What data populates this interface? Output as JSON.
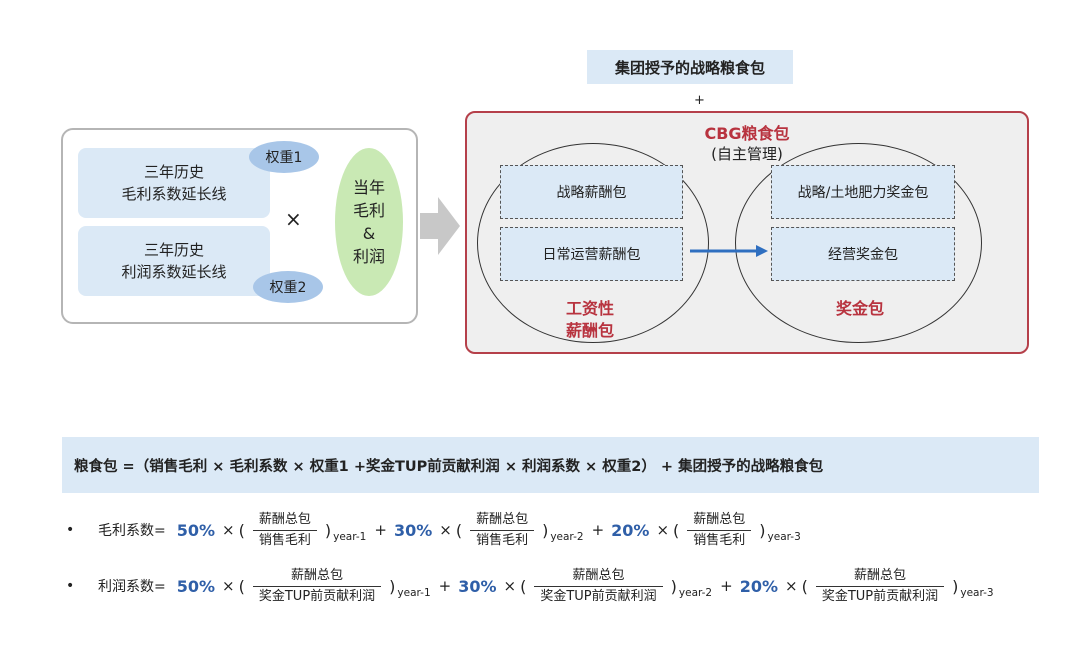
{
  "top_box": {
    "label": "集团授予的战略粮食包",
    "plus": "+"
  },
  "left_panel": {
    "gross_box": {
      "line1": "三年历史",
      "line2": "毛利系数延长线"
    },
    "profit_box": {
      "line1": "三年历史",
      "line2": "利润系数延长线"
    },
    "weight1": "权重1",
    "weight2": "权重2",
    "times": "×",
    "current": {
      "line1": "当年",
      "line2": "毛利",
      "line3": "&",
      "line4": "利润"
    }
  },
  "right_panel": {
    "title": "CBG粮食包",
    "subtitle": "(自主管理)",
    "strategic_salary": "战略薪酬包",
    "daily_salary": "日常运营薪酬包",
    "strategic_bonus": "战略/土地肥力奖金包",
    "operating_bonus": "经营奖金包",
    "wage_label": {
      "line1": "工资性",
      "line2": "薪酬包"
    },
    "bonus_label": "奖金包"
  },
  "formula": "粮食包 =（销售毛利 × 毛利系数 × 权重1 +奖金TUP前贡献利润 × 利润系数 × 权重2） + 集团授予的战略粮食包",
  "gross_row": {
    "bullet": "•",
    "label": "毛利系数=",
    "terms": [
      {
        "pct": "50%",
        "num": "薪酬总包",
        "den": "销售毛利",
        "sub": "year-1"
      },
      {
        "pct": "30%",
        "num": "薪酬总包",
        "den": "销售毛利",
        "sub": "year-2"
      },
      {
        "pct": "20%",
        "num": "薪酬总包",
        "den": "销售毛利",
        "sub": "year-3"
      }
    ]
  },
  "profit_row": {
    "bullet": "•",
    "label": "利润系数=",
    "terms": [
      {
        "pct": "50%",
        "num": "薪酬总包",
        "den": "奖金TUP前贡献利润",
        "sub": "year-1"
      },
      {
        "pct": "30%",
        "num": "薪酬总包",
        "den": "奖金TUP前贡献利润",
        "sub": "year-2"
      },
      {
        "pct": "20%",
        "num": "薪酬总包",
        "den": "奖金TUP前贡献利润",
        "sub": "year-3"
      }
    ]
  },
  "symbols": {
    "times": "×",
    "open": "(",
    "close": ")",
    "plus": "+"
  },
  "colors": {
    "light_blue": "#dbe9f6",
    "accent_red": "#b8333f",
    "accent_blue": "#2f5fa8",
    "green": "#c9e9b4"
  }
}
